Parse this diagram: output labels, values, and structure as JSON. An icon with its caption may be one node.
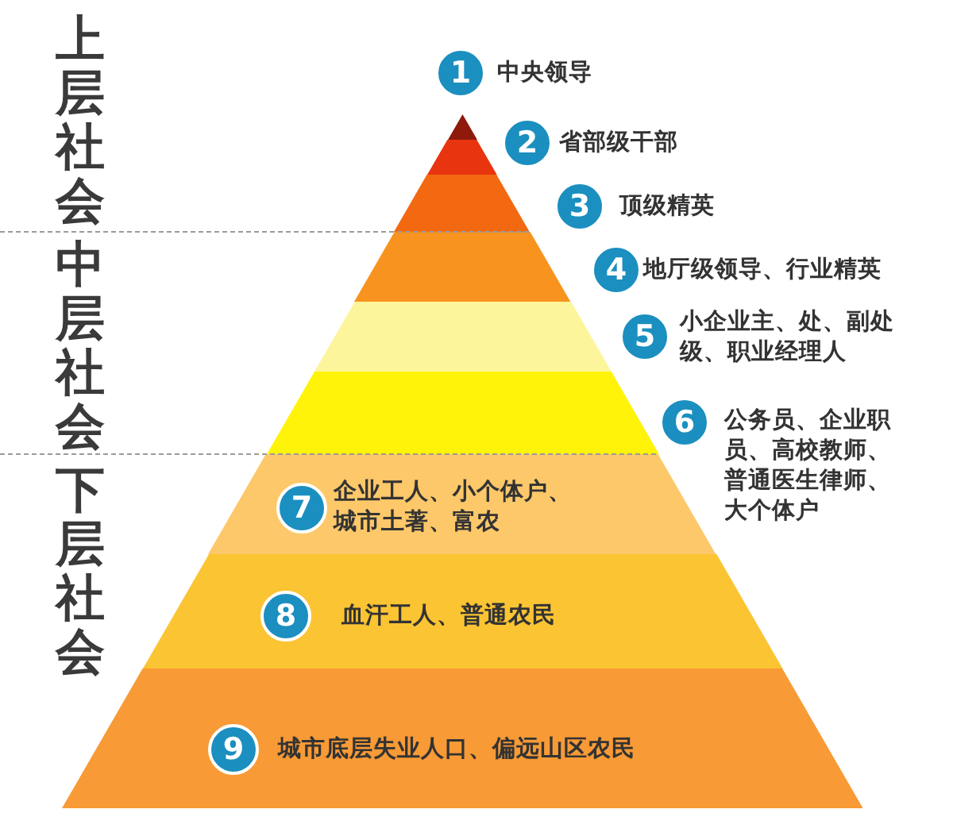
{
  "diagram": {
    "nodes": [
      {
        "text": [],
        "shape": "band",
        "beside": [
          "1",
          "中央领导"
        ]
      },
      {
        "text": [],
        "shape": "band",
        "beside": [
          "2",
          "省部级干部"
        ]
      },
      {
        "text": [],
        "shape": "band",
        "beside": [
          "3",
          "顶级精英"
        ]
      },
      {
        "text": [],
        "shape": "band",
        "beside": [
          "4",
          "地厅级领导、行业精英"
        ]
      },
      {
        "text": [],
        "shape": "band",
        "beside": [
          "5",
          "小企业主、处、副处级、职业经理人"
        ]
      },
      {
        "text": [],
        "shape": "band",
        "beside": [
          "6"
        ]
      },
      {
        "text": [
          "7",
          "企业工人、小个体户、城市土著、富农"
        ]
      },
      {
        "text": [
          "8",
          "血汗工人、普通农民"
        ]
      },
      {
        "text": [
          "9",
          "城市底层失业人口、偏远山区农民"
        ]
      }
    ],
    "labels": [
      "上层社会",
      "中层社会",
      "下层社会",
      "公务员、企业职员、高校教师、普通医生律师、大个体户"
    ]
  }
}
